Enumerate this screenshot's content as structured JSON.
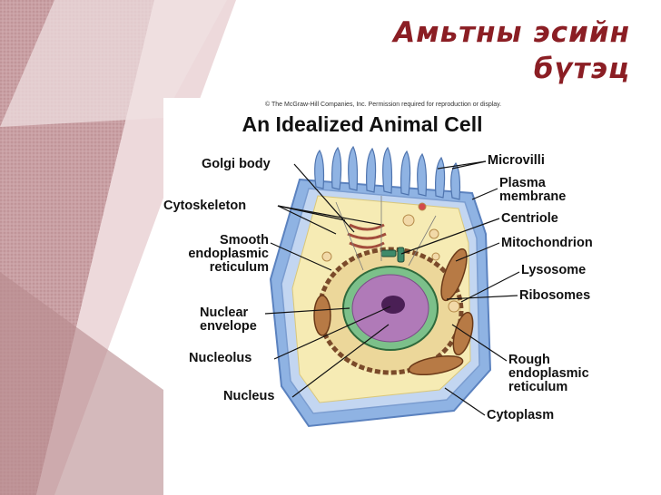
{
  "slide": {
    "title_line1": "Амьтны эсийн",
    "title_line2": "бүтэц"
  },
  "figure": {
    "copyright": "© The McGraw-Hill Companies, Inc. Permission required for reproduction or display.",
    "title": "An Idealized Animal Cell",
    "labels_left": {
      "golgi": "Golgi body",
      "cytoskeleton": "Cytoskeleton",
      "smooth_er": [
        "Smooth",
        "endoplasmic",
        "reticulum"
      ],
      "nuclear_envelope": [
        "Nuclear",
        "envelope"
      ],
      "nucleolus": "Nucleolus",
      "nucleus": "Nucleus"
    },
    "labels_right": {
      "microvilli": "Microvilli",
      "plasma_membrane": [
        "Plasma",
        "membrane"
      ],
      "centriole": "Centriole",
      "mitochondrion": "Mitochondrion",
      "lysosome": "Lysosome",
      "ribosomes": "Ribosomes",
      "rough_er": [
        "Rough",
        "endoplasmic",
        "reticulum"
      ],
      "cytoplasm": "Cytoplasm"
    }
  },
  "colors": {
    "title": "#8b1e24",
    "background_accent": "#c89a9e",
    "membrane_blue": "#7fa6d9",
    "cytoplasm_yellow": "#f6ebb4",
    "nucleus_purple": "#b07ab8",
    "mitochondria_brown": "#9a5a2e"
  }
}
